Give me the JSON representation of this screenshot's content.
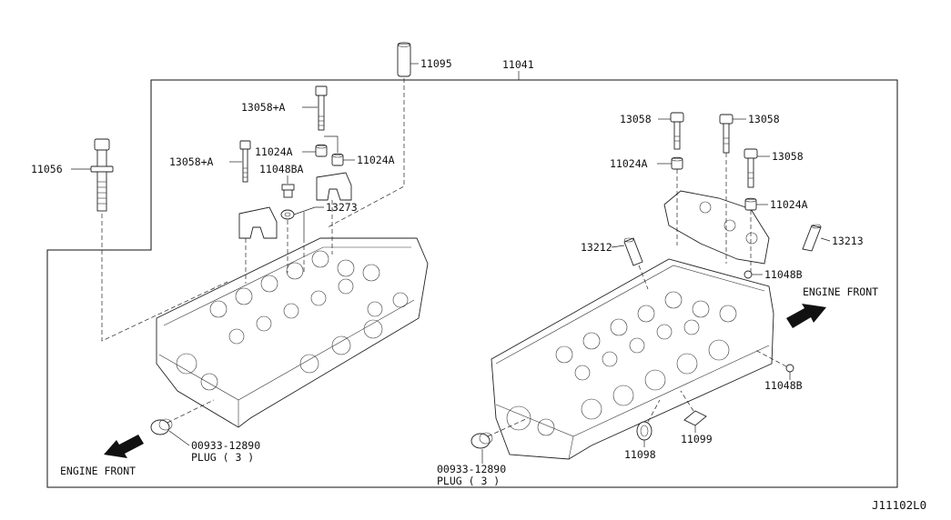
{
  "labels": {
    "p11095": "11095",
    "p11041": "11041",
    "p13058a_top": "13058+A",
    "p11024a_l1": "11024A",
    "p11024a_l2": "11024A",
    "p13058a_left": "13058+A",
    "p11048ba": "11048BA",
    "p11056": "11056",
    "p13273": "13273",
    "p13058_r1": "13058",
    "p13058_r2": "13058",
    "p13058_r3": "13058",
    "p11024a_r1": "11024A",
    "p11024a_r2": "11024A",
    "p13212": "13212",
    "p13213": "13213",
    "p11048b_1": "11048B",
    "p11048b_2": "11048B",
    "engine_front_right": "ENGINE FRONT",
    "engine_front_left": "ENGINE FRONT",
    "plug_left_num": "00933-12890",
    "plug_left_txt": "PLUG ( 3 )",
    "plug_right_num": "00933-12890",
    "plug_right_txt": "PLUG ( 3 )",
    "p11098": "11098",
    "p11099": "11099",
    "diagram_id": "J11102L0"
  }
}
